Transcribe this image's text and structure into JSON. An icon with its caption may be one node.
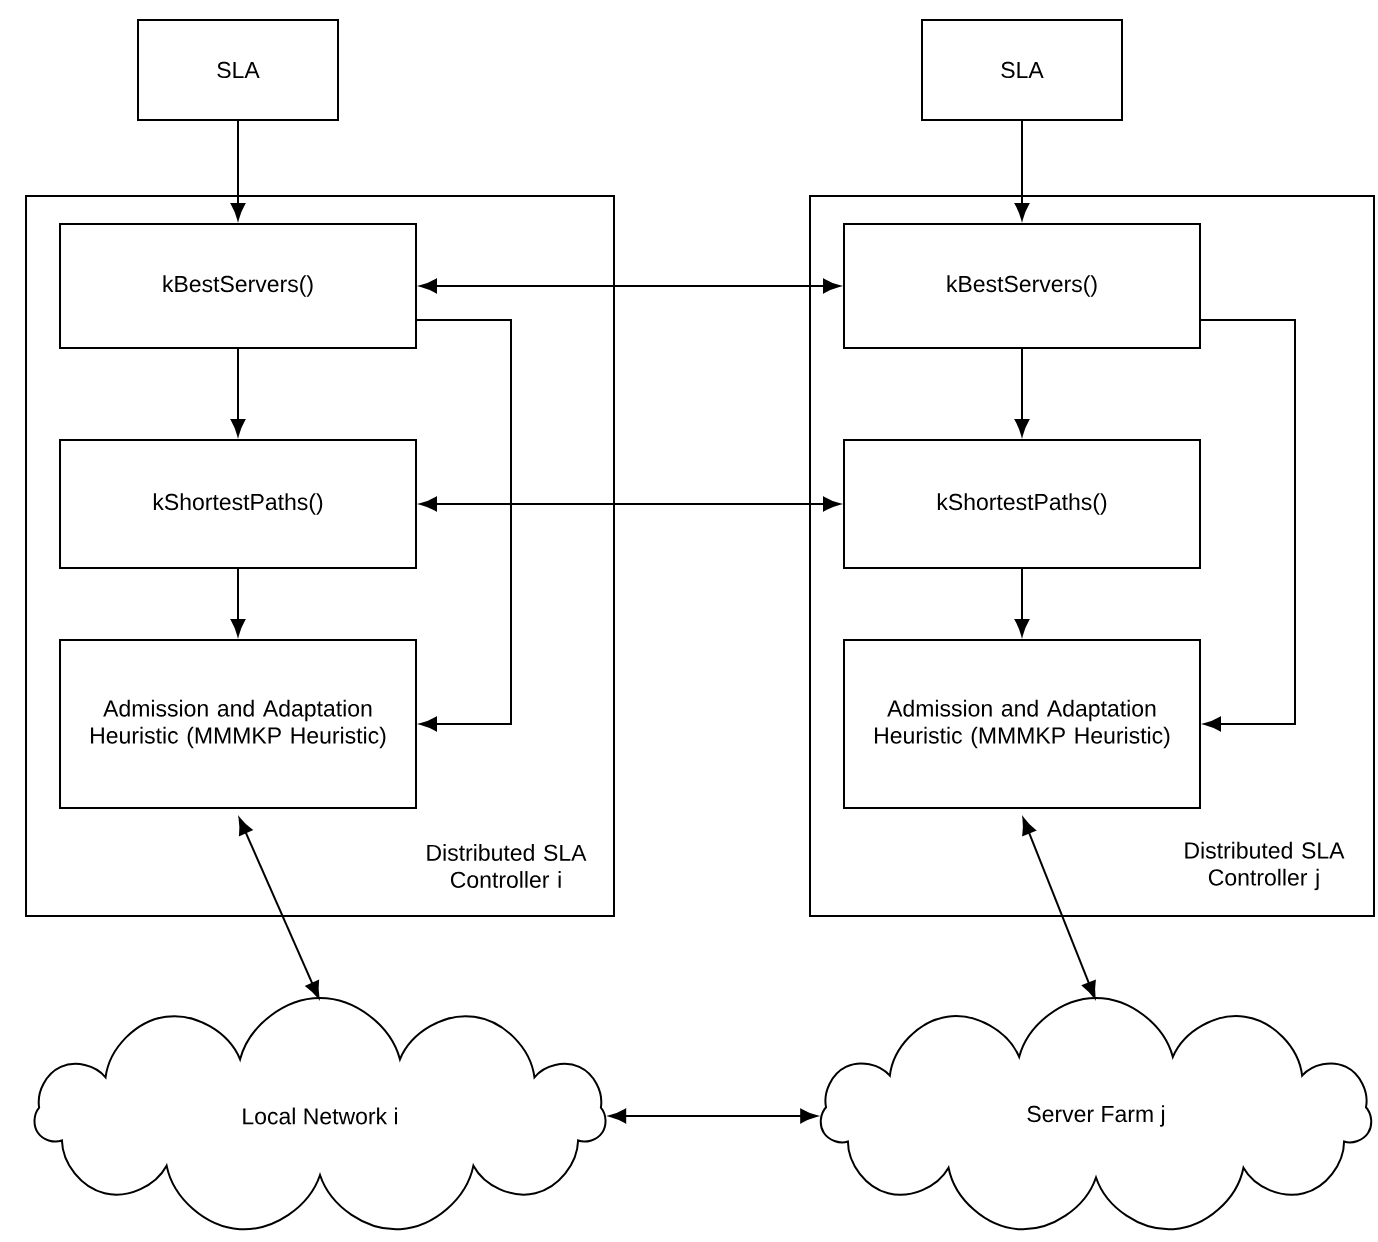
{
  "diagram": {
    "nodes": [
      {
        "text": [
          "SLA"
        ]
      },
      {
        "text": [
          "Distributed SLA Controller i"
        ]
      },
      {
        "text": [
          "kBestServers()"
        ],
        "in": 1
      },
      {
        "text": [
          "kShortestPaths()"
        ],
        "in": 1
      },
      {
        "text": [
          "Admission and Adaptation Heuristic (MMMKP Heuristic)"
        ],
        "in": 1
      },
      {
        "text": [
          "SLA"
        ]
      },
      {
        "text": [
          "Distributed SLA Controller j"
        ]
      },
      {
        "text": [
          "kBestServers()"
        ],
        "in": 6
      },
      {
        "text": [
          "kShortestPaths()"
        ],
        "in": 6
      },
      {
        "text": [
          "Admission and Adaptation Heuristic (MMMKP Heuristic)"
        ],
        "in": 6
      },
      {
        "text": [
          "Local Network i"
        ]
      },
      {
        "text": [
          "Server Farm j"
        ]
      }
    ],
    "edges": [
      {
        "from": 0,
        "to": 2,
        "arrow": "to"
      },
      {
        "from": 2,
        "to": 3,
        "arrow": "to"
      },
      {
        "from": 3,
        "to": 4,
        "arrow": "to"
      },
      {
        "from": 2,
        "to": 4,
        "arrow": "to"
      },
      {
        "from": 5,
        "to": 7,
        "arrow": "to"
      },
      {
        "from": 7,
        "to": 8,
        "arrow": "to"
      },
      {
        "from": 8,
        "to": 9,
        "arrow": "to"
      },
      {
        "from": 7,
        "to": 9,
        "arrow": "to"
      },
      {
        "from": 2,
        "to": 7,
        "arrow": "both"
      },
      {
        "from": 3,
        "to": 8,
        "arrow": "both"
      },
      {
        "from": 4,
        "to": 10,
        "arrow": "both"
      },
      {
        "from": 9,
        "to": 11,
        "arrow": "both"
      },
      {
        "from": 10,
        "to": 11,
        "arrow": "both"
      }
    ]
  }
}
